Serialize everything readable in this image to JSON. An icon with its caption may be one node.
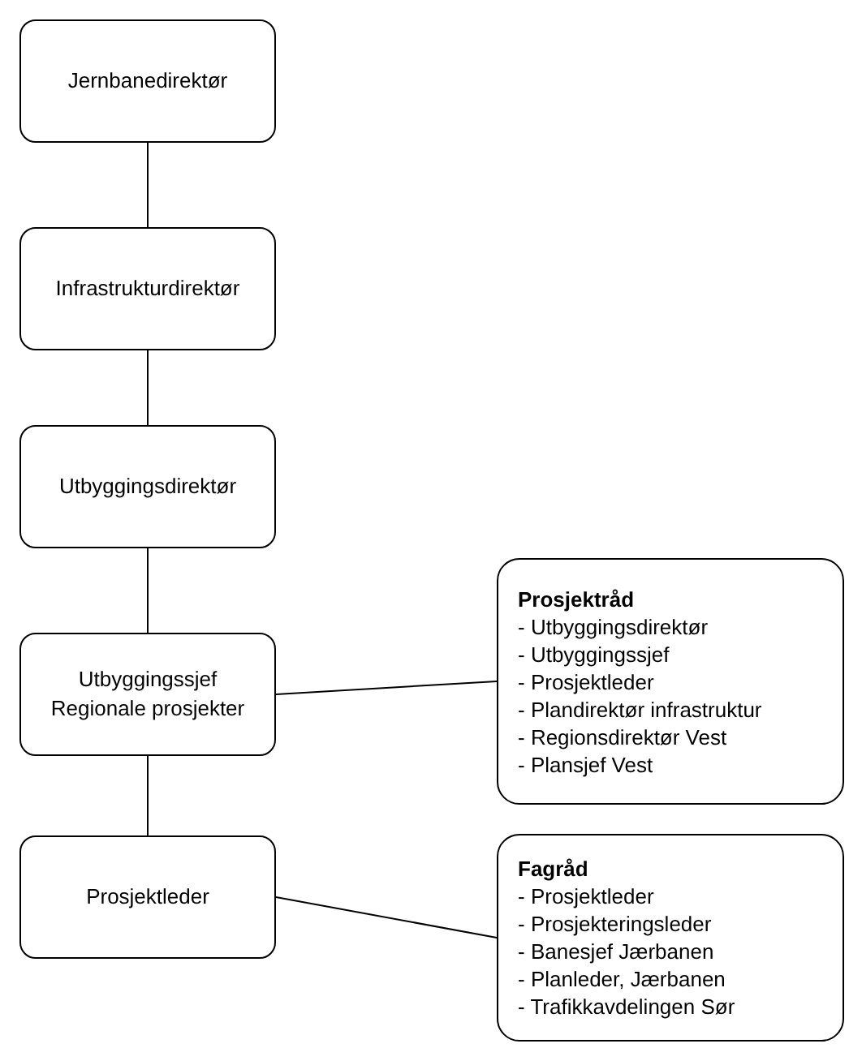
{
  "diagram": {
    "nodes": [
      {
        "text": [
          "Jernbanedirektør"
        ]
      },
      {
        "text": [
          "Infrastrukturdirektør"
        ]
      },
      {
        "text": [
          "Utbyggingsdirektør"
        ]
      },
      {
        "text": [
          "Utbyggingssjef",
          "Regionale prosjekter"
        ]
      },
      {
        "text": [
          "Prosjektleder"
        ]
      },
      {
        "text": [
          "Prosjektråd",
          "- Utbyggingsdirektør",
          "- Utbyggingssjef",
          "- Prosjektleder",
          "- Plandirektør infrastruktur",
          "- Regionsdirektør Vest",
          "- Plansjef Vest"
        ]
      },
      {
        "text": [
          "Fagråd",
          "- Prosjektleder",
          "- Prosjekteringsleder",
          "- Banesjef Jærbanen",
          "- Planleder, Jærbanen",
          "- Trafikkavdelingen Sør"
        ]
      }
    ],
    "edges": [
      {
        "from": 0,
        "to": 1,
        "arrow": "none"
      },
      {
        "from": 1,
        "to": 2,
        "arrow": "none"
      },
      {
        "from": 2,
        "to": 3,
        "arrow": "none"
      },
      {
        "from": 3,
        "to": 4,
        "arrow": "none"
      },
      {
        "from": 3,
        "to": 5,
        "arrow": "none"
      },
      {
        "from": 4,
        "to": 6,
        "arrow": "none"
      }
    ]
  }
}
